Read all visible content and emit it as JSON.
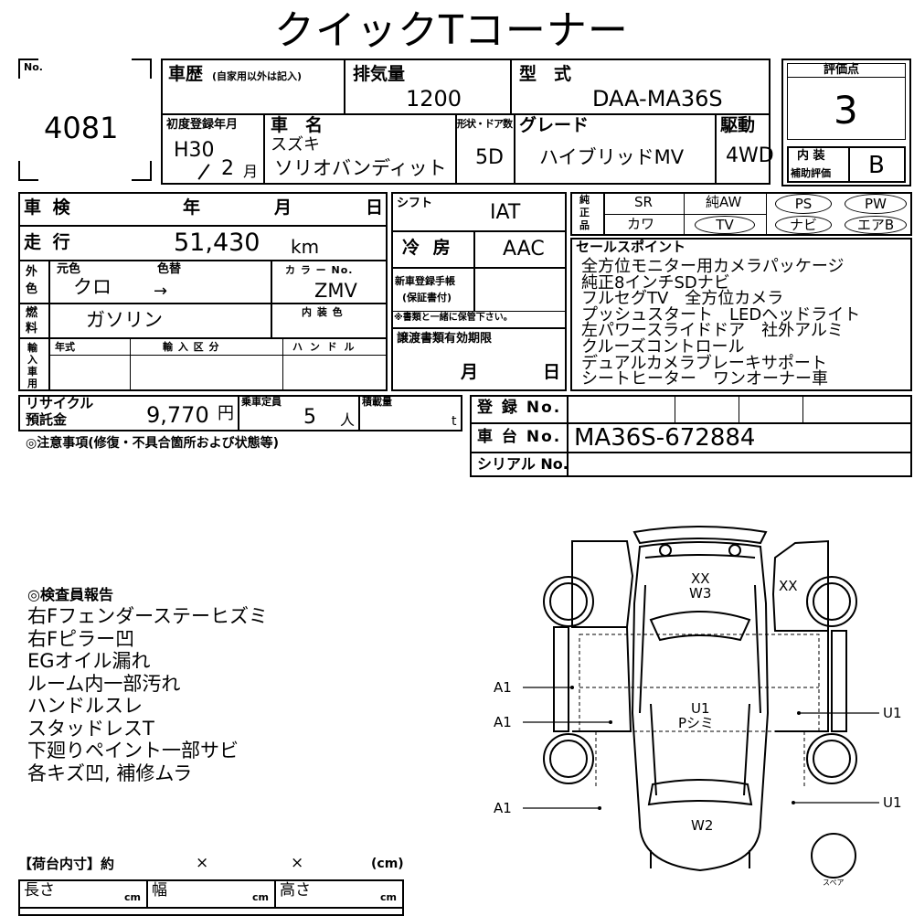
{
  "title": "クイックTコーナー",
  "lot": {
    "label": "No.",
    "value": "4081"
  },
  "history": {
    "label": "車歴",
    "note": "(自家用以外は記入)"
  },
  "displacement": {
    "label": "排気量",
    "value": "1200"
  },
  "model": {
    "label": "型　式",
    "value": "DAA-MA36S"
  },
  "grade_score": {
    "label": "評価点",
    "value": "3"
  },
  "interior": {
    "label1": "内 装",
    "label2": "補助評価",
    "value": "B"
  },
  "first_reg": {
    "label": "初度登録年月",
    "era": "H30",
    "month": "2",
    "month_unit": "月"
  },
  "car_name": {
    "label": "車　名",
    "maker": "スズキ",
    "name": "ソリオバンディット"
  },
  "body": {
    "label": "形状・ドア数",
    "value": "5D"
  },
  "grade": {
    "label": "グレード",
    "value": "ハイブリッドMV"
  },
  "drive": {
    "label": "駆動",
    "value": "4WD"
  },
  "inspection": {
    "label": "車 検",
    "y": "年",
    "m": "月",
    "d": "日"
  },
  "shift": {
    "label": "シフト",
    "value": "IAT"
  },
  "equip": {
    "label": "純正品",
    "sr": "SR",
    "aw": "純AW",
    "ps": "PS",
    "pw": "PW",
    "leather": "カワ",
    "tv": "TV",
    "navi": "ナビ",
    "ac": "エアB"
  },
  "mileage": {
    "label": "走 行",
    "value": "51,430",
    "unit": "km"
  },
  "aircon": {
    "label": "冷 房",
    "value": "AAC"
  },
  "color": {
    "label_side": "外色",
    "orig_label": "元色",
    "change_label": "色替",
    "orig": "クロ",
    "arrow": "→",
    "code_label": "カ ラ ー No.",
    "code": "ZMV",
    "interior_label": "内 装 色"
  },
  "fuel": {
    "label": "燃料",
    "value": "ガソリン"
  },
  "new_reg": {
    "label1": "新車登録手帳",
    "label2": "(保証書付)",
    "note": "※書類と一緒に保管下さい。"
  },
  "import": {
    "label": "輸入車用",
    "year": "年式",
    "category": "輸 入 区 分",
    "handle": "ハ ン ド ル"
  },
  "transfer": {
    "label": "譲渡書類有効期限",
    "m": "月",
    "d": "日"
  },
  "recycle": {
    "label1": "リサイクル",
    "label2": "預託金",
    "value": "9,770",
    "unit": "円"
  },
  "capacity": {
    "label": "乗車定員",
    "value": "5",
    "unit": "人"
  },
  "load": {
    "label": "積載量",
    "unit": "t"
  },
  "reg_no": {
    "label": "登 録 No."
  },
  "chassis": {
    "label": "車 台 No.",
    "value": "MA36S-672884"
  },
  "serial": {
    "label": "シリアル No."
  },
  "caution": "◎注意事項(修復・不具合箇所および状態等)",
  "sales_points": {
    "label": "セールスポイント",
    "items": [
      "全方位モニター用カメラパッケージ",
      "純正8インチSDナビ",
      "フルセグTV　全方位カメラ",
      "プッシュスタート　LEDヘッドライト",
      "左パワースライドドア　社外アルミ",
      "クルーズコントロール",
      "デュアルカメラブレーキサポート",
      "シートヒーター　ワンオーナー車"
    ]
  },
  "report": {
    "label": "◎検査員報告",
    "items": [
      "右Fフェンダーステーヒズミ",
      "右Fピラー凹",
      "EGオイル漏れ",
      "ルーム内一部汚れ",
      "ハンドルスレ",
      "スタッドレスT",
      "下廻りペイント一部サビ",
      "各キズ凹, 補修ムラ"
    ]
  },
  "diagram": {
    "hood": "XX",
    "hood2": "W3",
    "fender": "XX",
    "roof": "U1",
    "roof2": "Pシミ",
    "rear": "W2",
    "left1": "A1",
    "left2": "A1",
    "left3": "A1",
    "right1": "U1",
    "right2": "U1",
    "spare": "スペア"
  },
  "cargo": {
    "label": "【荷台内寸】約",
    "x": "×",
    "unit": "(cm)",
    "length": "長さ",
    "width": "幅",
    "height": "高さ",
    "cm": "cm"
  }
}
